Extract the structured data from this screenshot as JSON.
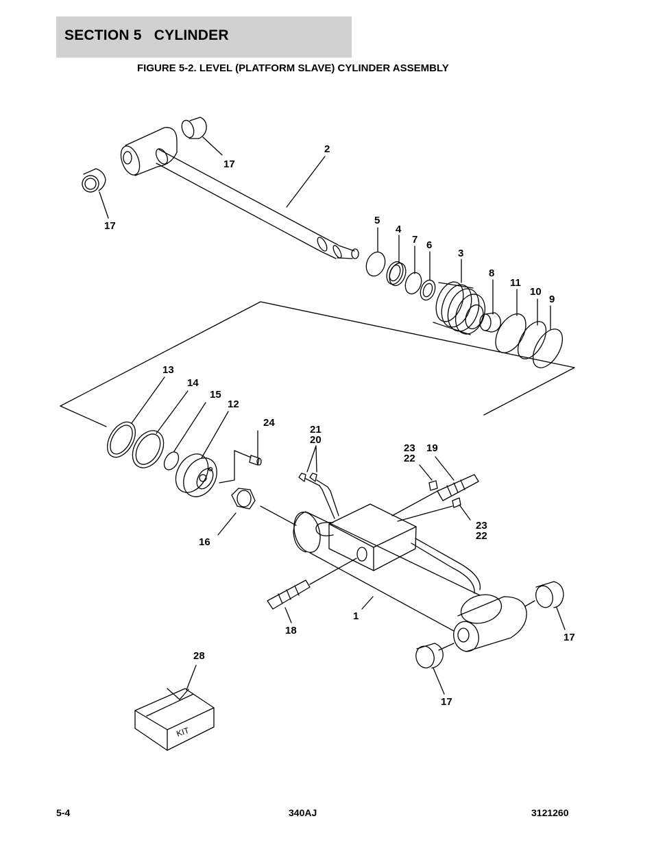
{
  "header": {
    "section_title": "SECTION 5   CYLINDER",
    "figure_title": "FIGURE 5-2. LEVEL (PLATFORM SLAVE) CYLINDER ASSEMBLY"
  },
  "callouts": {
    "c1": "1",
    "c2": "2",
    "c3": "3",
    "c4": "4",
    "c5": "5",
    "c6": "6",
    "c7": "7",
    "c8": "8",
    "c9": "9",
    "c10": "10",
    "c11": "11",
    "c12": "12",
    "c13": "13",
    "c14": "14",
    "c15": "15",
    "c16": "16",
    "c17a": "17",
    "c17b": "17",
    "c17c": "17",
    "c17d": "17",
    "c18": "18",
    "c19": "19",
    "c20": "20",
    "c21": "21",
    "c22a": "22",
    "c23a": "23",
    "c22b": "22",
    "c23b": "23",
    "c24": "24",
    "c28": "28"
  },
  "kit_label": "KIT",
  "footer": {
    "page_number": "5-4",
    "model": "340AJ",
    "doc_number": "3121260"
  }
}
